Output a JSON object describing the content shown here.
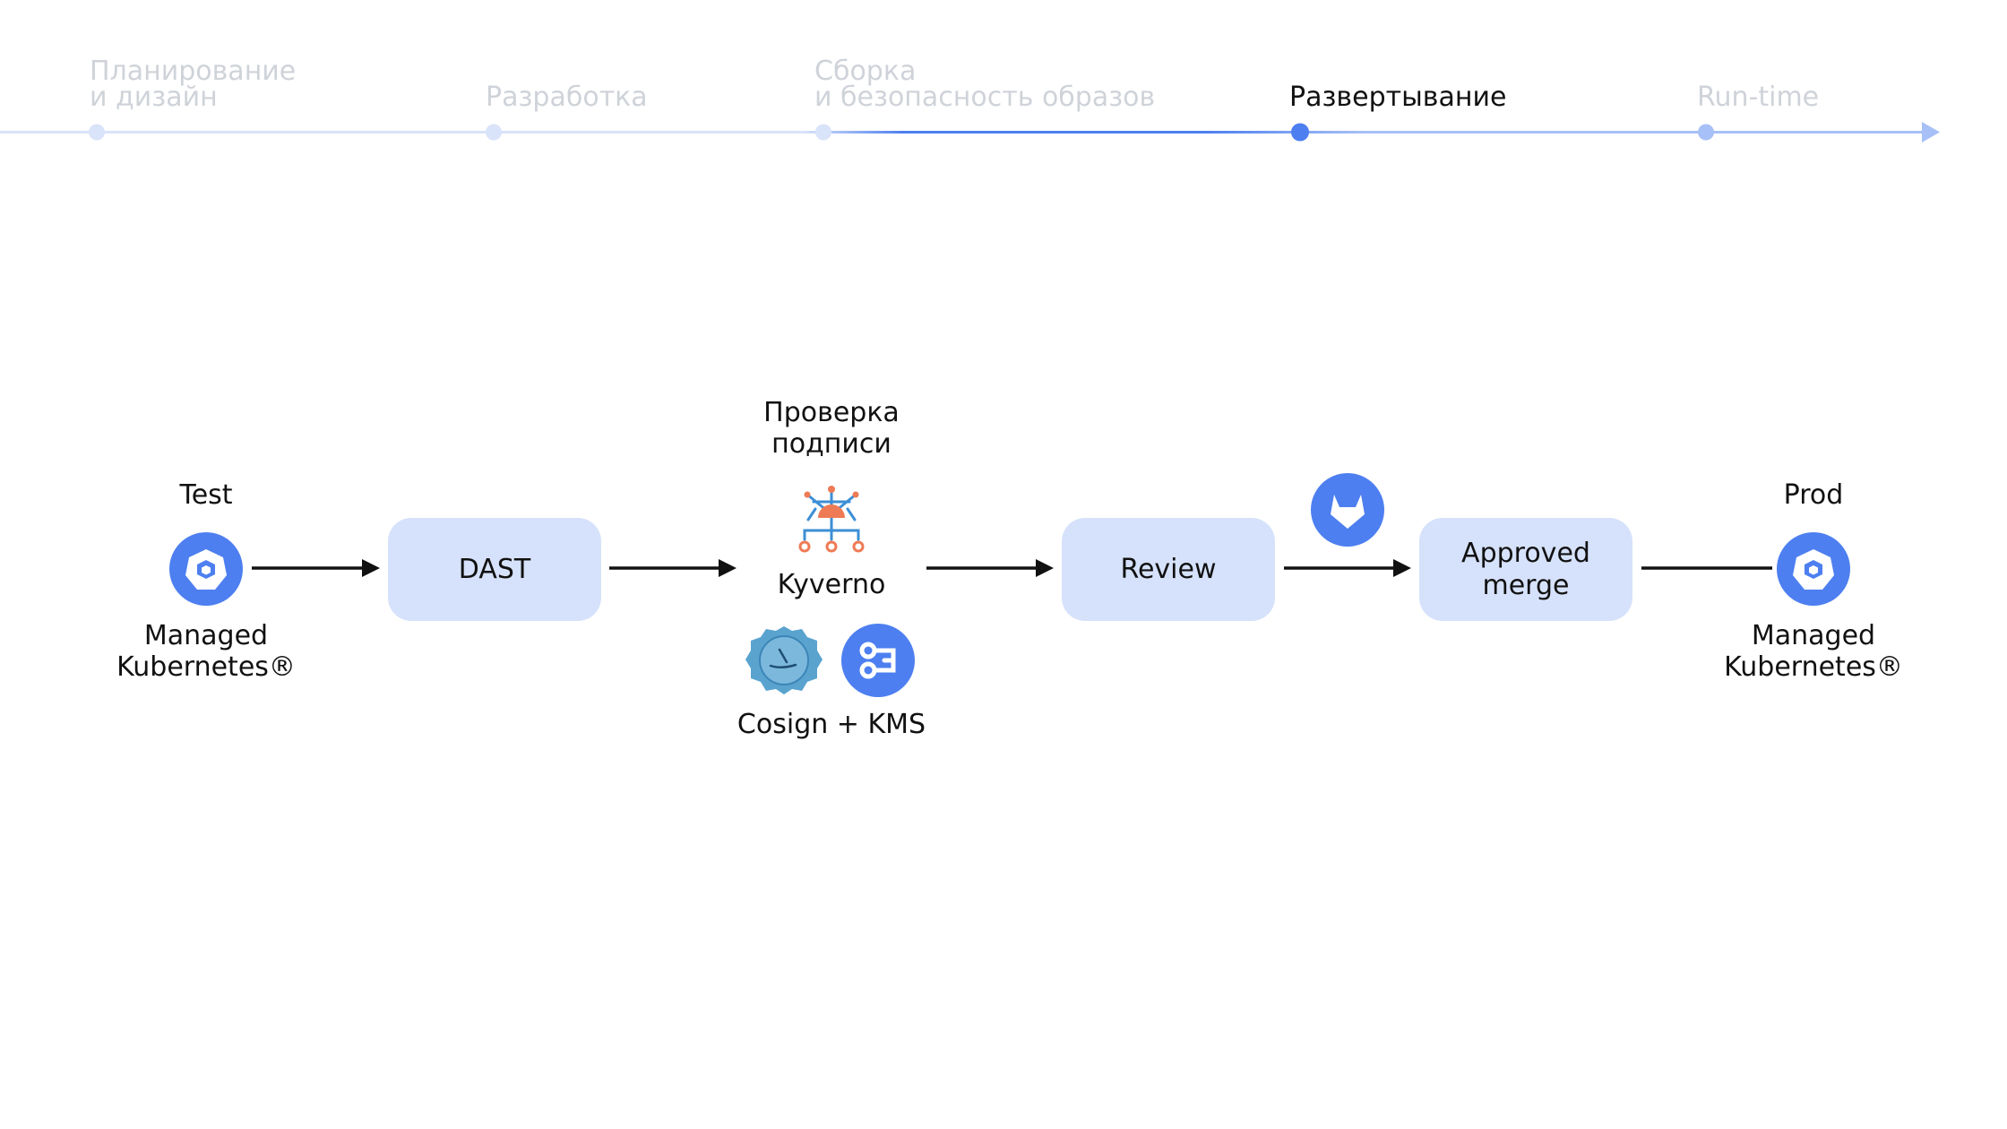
{
  "timeline": {
    "stages": [
      {
        "label": "Планирование\nи дизайн",
        "active": false
      },
      {
        "label": "Разработка",
        "active": false
      },
      {
        "label": "Сборка\nи безопасность образов",
        "active": false
      },
      {
        "label": "Развертывание",
        "active": true
      },
      {
        "label": "Run-time",
        "active": false
      }
    ]
  },
  "flow": {
    "test_title": "Test",
    "test_caption": "Managed\nKubernetes®",
    "dast_label": "DAST",
    "signature_title": "Проверка\nподписи",
    "kyverno_label": "Kyverno",
    "cosign_label": "Cosign + KMS",
    "review_label": "Review",
    "approved_label": "Approved\nmerge",
    "prod_title": "Prod",
    "prod_caption": "Managed\nKubernetes®"
  },
  "colors": {
    "accent": "#4d7ff0",
    "timeline_light": "#d9e3fa",
    "box_fill": "#d6e2fb",
    "kyverno_blue": "#3d8fd6",
    "kyverno_orange": "#ee7b55",
    "cosign_teal": "#5aa3cf"
  },
  "icons": [
    "kubernetes-icon",
    "kyverno-icon",
    "cosign-icon",
    "kms-icon",
    "gitlab-icon"
  ]
}
